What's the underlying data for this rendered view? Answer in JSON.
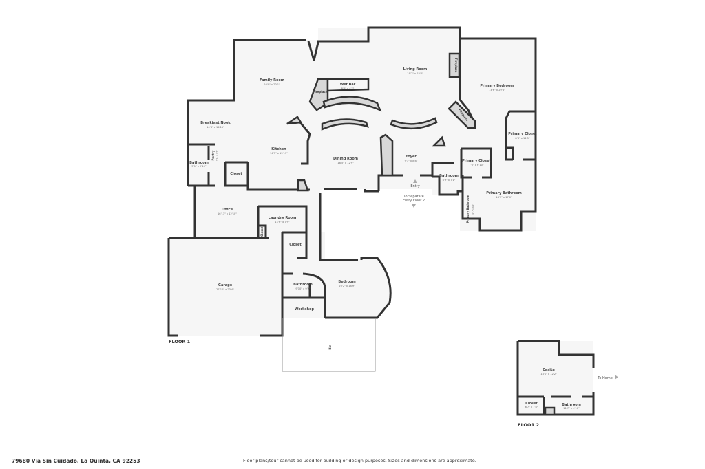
{
  "floor1": {
    "label": "FLOOR 1",
    "rooms": [
      {
        "name": "Family Room",
        "dims": "20'9\" x 20'1\""
      },
      {
        "name": "Wet Bar",
        "dims": "8'3\" x 4'7\""
      },
      {
        "name": "Fireplace",
        "dims": ""
      },
      {
        "name": "Living Room",
        "dims": "19'7\" x 23'4\""
      },
      {
        "name": "Fireplace",
        "dims": ""
      },
      {
        "name": "Primary Bedroom",
        "dims": "18'6\" x 29'8\""
      },
      {
        "name": "Fireplace",
        "dims": ""
      },
      {
        "name": "Breakfast Nook",
        "dims": "14'8\" x 14'11\""
      },
      {
        "name": "Kitchen",
        "dims": "14'3\" x 15'11\""
      },
      {
        "name": "Pantry",
        "dims": "5'1\" x 4'3\""
      },
      {
        "name": "Bathroom",
        "dims": "5'1\" x 9'10\""
      },
      {
        "name": "Closet",
        "dims": ""
      },
      {
        "name": "Dining Room",
        "dims": "18'5\" x 12'9\""
      },
      {
        "name": "Foyer",
        "dims": "9'3\" x 8'8\""
      },
      {
        "name": "Primary Closet",
        "dims": "7'5\" x 6'10\""
      },
      {
        "name": "Primary Closet",
        "dims": "8'8\" x 11'5\""
      },
      {
        "name": "Bathroom",
        "dims": "6'9\" x 7'1\""
      },
      {
        "name": "Primary Bathroom",
        "dims": "18'1\" x 17'0\""
      },
      {
        "name": "Primary Bathroom",
        "dims": "4'1\" x 6'1\""
      },
      {
        "name": "Office",
        "dims": "16'11\" x 12'10\""
      },
      {
        "name": "Laundry Room",
        "dims": "11'6\" x 7'9\""
      },
      {
        "name": "Closet",
        "dims": ""
      },
      {
        "name": "Closet",
        "dims": ""
      },
      {
        "name": "Garage",
        "dims": "27'10\" x 23'4\""
      },
      {
        "name": "Bathroom",
        "dims": "9'10\" x 9'2\""
      },
      {
        "name": "Bedroom",
        "dims": "20'2\" x 18'9\""
      },
      {
        "name": "Workshop",
        "dims": ""
      },
      {
        "name": "Bin",
        "dims": ""
      }
    ],
    "entry_label": "Entry",
    "to_floor2_line1": "To Separate",
    "to_floor2_line2": "Entry Floor 2"
  },
  "floor2": {
    "label": "FLOOR 2",
    "rooms": [
      {
        "name": "Casita",
        "dims": "18'1\" x 12'2\""
      },
      {
        "name": "Closet",
        "dims": "6'7\" x 7'8\""
      },
      {
        "name": "Bathroom",
        "dims": "11'7\" x 4'10\""
      }
    ],
    "to_home_label": "To Home"
  },
  "footer": {
    "address": "79680 Via Sin Cuidado, La Quinta, CA 92253",
    "disclaimer": "Floor plans/tour cannot be used for building or design purposes. Sizes and dimensions are approximate."
  }
}
